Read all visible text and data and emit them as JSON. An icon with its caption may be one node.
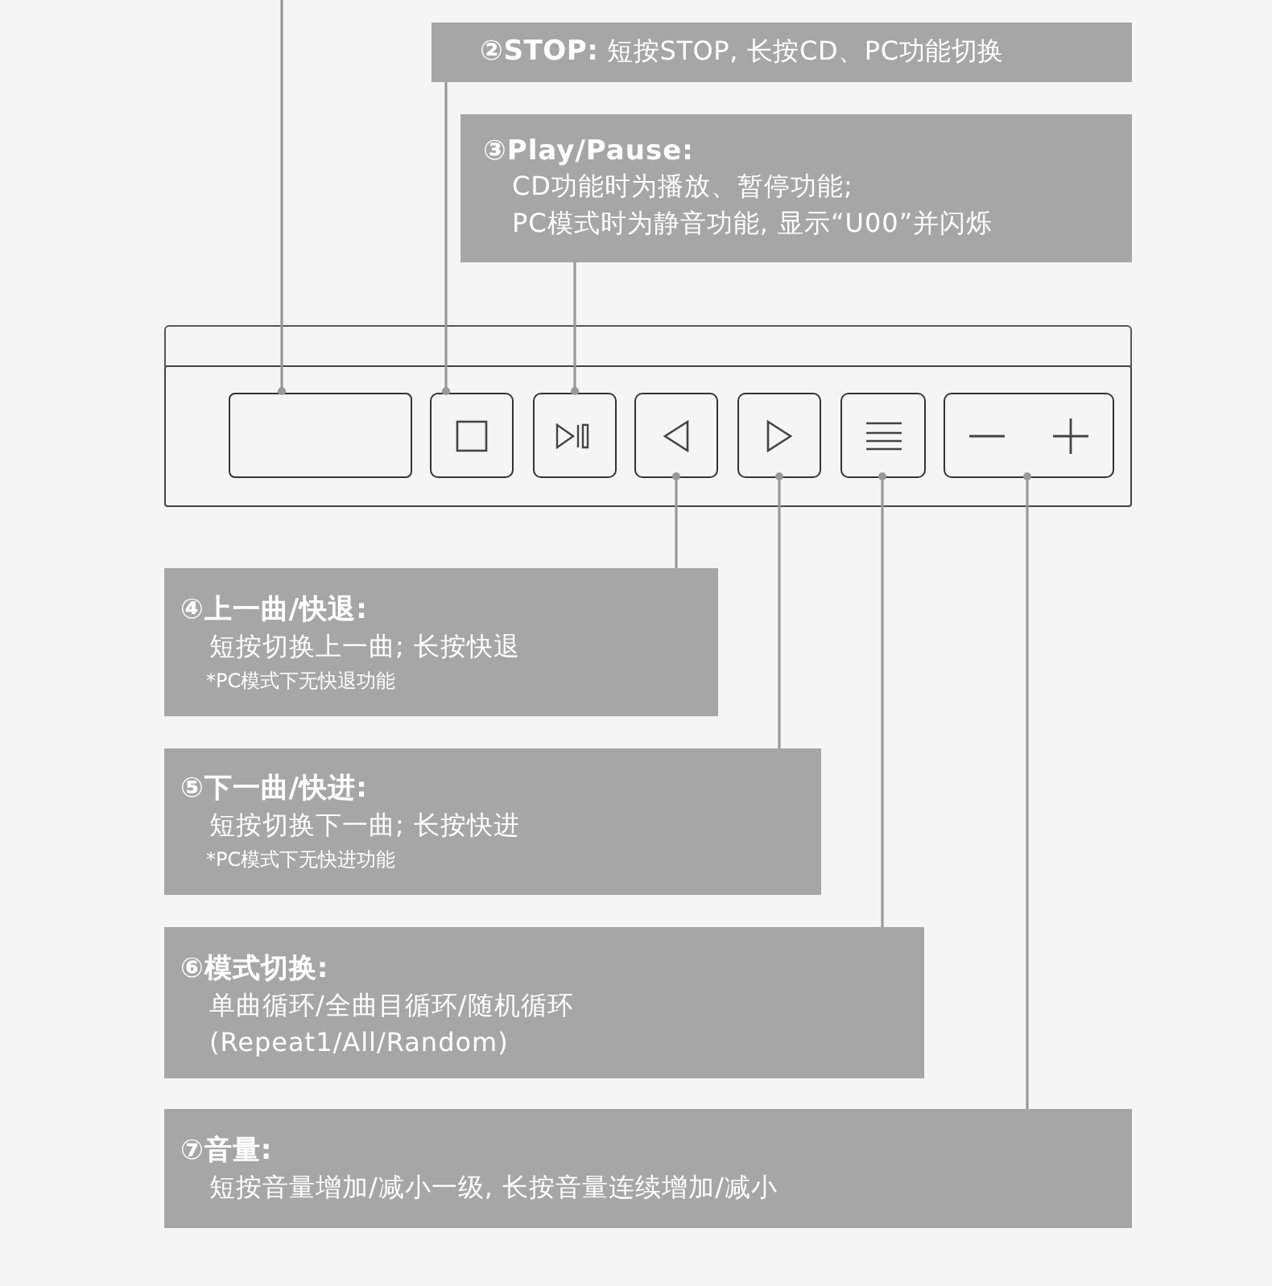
{
  "diagram": {
    "nodes": [
      {
        "text": [
          "**②STOP:** 短按STOP, 长按CD、PC功能切换"
        ]
      },
      {
        "text": [
          "③Play/Pause:",
          "CD功能时为播放、暂停功能;",
          "PC模式时为静音功能, 显示“U00”并闪烁"
        ]
      },
      {
        "text": [
          "④上一曲/快退:",
          "短按切换上一曲; 长按快退",
          "*PC模式下无快退功能"
        ]
      },
      {
        "text": [
          "⑤下一曲/快进:",
          "短按切换下一曲; 长按快进",
          "*PC模式下无快进功能"
        ]
      },
      {
        "text": [
          "⑥模式切换:",
          "单曲循环/全曲目循环/随机循环",
          "(Repeat1/All/Random)"
        ]
      },
      {
        "text": [
          "⑦音量:",
          "短按音量增加/减小一级, 长按音量连续增加/减小"
        ]
      },
      {
        "text": [],
        "shape": "box"
      },
      {
        "text": [],
        "shape": "box",
        "in": 6
      },
      {
        "text": [],
        "shape": "box",
        "in": 6
      },
      {
        "text": [],
        "shape": "box",
        "in": 6
      },
      {
        "text": [],
        "shape": "box",
        "in": 6
      },
      {
        "text": [],
        "shape": "box",
        "in": 6
      },
      {
        "text": [],
        "shape": "box",
        "in": 6
      },
      {
        "text": [],
        "shape": "box",
        "in": 6
      }
    ],
    "edges": [
      {
        "from": null,
        "to": 7,
        "arrow": "other"
      },
      {
        "from": 0,
        "to": 8,
        "arrow": "other"
      },
      {
        "from": 1,
        "to": 9,
        "arrow": "other"
      },
      {
        "from": 2,
        "to": 10,
        "arrow": "other"
      },
      {
        "from": 3,
        "to": 11,
        "arrow": "other"
      },
      {
        "from": 4,
        "to": 12,
        "arrow": "other"
      },
      {
        "from": 5,
        "to": 13,
        "arrow": "other"
      }
    ]
  }
}
